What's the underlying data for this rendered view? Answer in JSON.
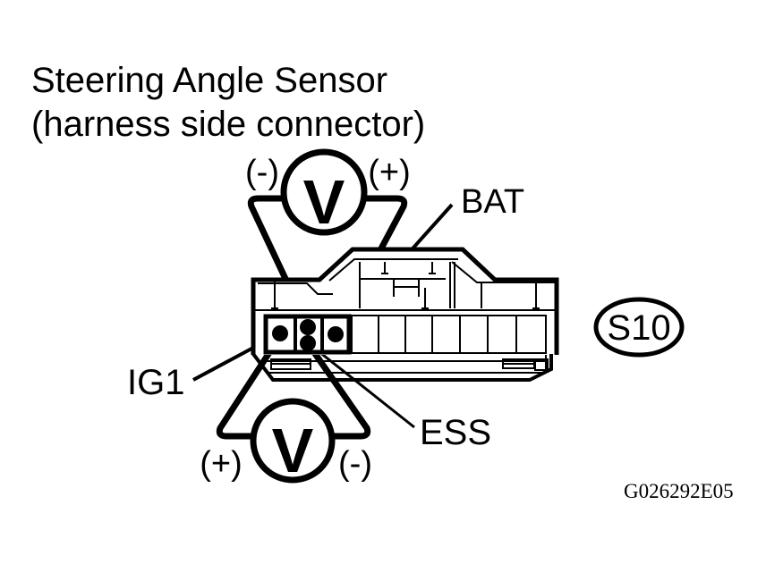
{
  "title": {
    "line1": "Steering Angle Sensor",
    "line2": "(harness side connector)"
  },
  "top_meter": {
    "symbol": "V",
    "left_label": "(-)",
    "right_label": "(+)"
  },
  "bottom_meter": {
    "symbol": "V",
    "left_label": "(+)",
    "right_label": "(-)"
  },
  "terminals": {
    "bat": "BAT",
    "ig1": "IG1",
    "ess": "ESS"
  },
  "connector_code": "S10",
  "figure_code": "G026292E05",
  "colors": {
    "ink": "#000000",
    "paper": "#ffffff"
  }
}
